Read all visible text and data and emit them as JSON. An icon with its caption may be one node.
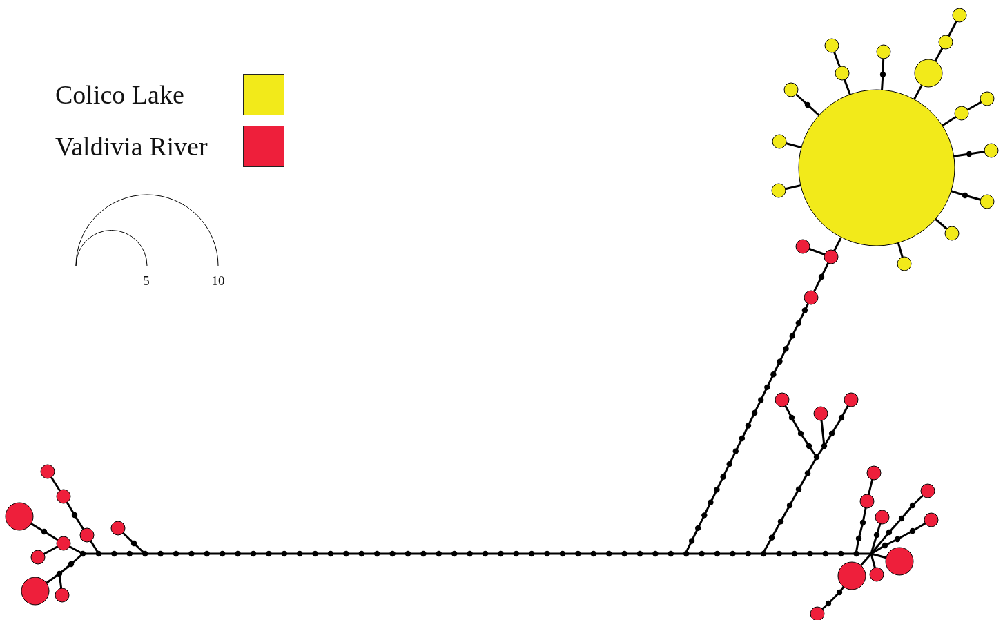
{
  "diagram": {
    "labels": [
      "5",
      "10"
    ],
    "legend": [
      {
        "text": "Colico Lake",
        "color": "#f2ea1a"
      },
      {
        "text": "Valdivia River",
        "color": "#ee1f3b"
      }
    ]
  }
}
